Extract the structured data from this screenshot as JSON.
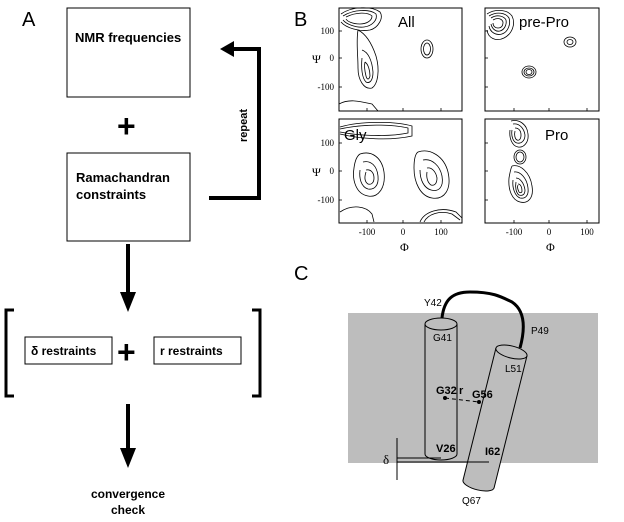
{
  "panels": {
    "a": "A",
    "b": "B",
    "c": "C"
  },
  "flow": {
    "nmr_box": "NMR frequencies",
    "rama_line1": "Ramachandran",
    "rama_line2": "constraints",
    "plus_top": "+",
    "repeat_label": "repeat",
    "delta_box": "δ restraints",
    "plus_mid": "+",
    "r_box": "r restraints",
    "convergence_line1": "convergence",
    "convergence_line2": "check"
  },
  "ramachandran": {
    "plots": [
      {
        "title": "All"
      },
      {
        "title": "pre-Pro"
      },
      {
        "title": "Gly"
      },
      {
        "title": "Pro"
      }
    ],
    "psi_label": "Ψ",
    "phi_label": "Φ",
    "psi_ticks": [
      "100",
      "0",
      "-100"
    ],
    "phi_ticks": [
      "-100",
      "0",
      "100"
    ]
  },
  "helices": {
    "residues": {
      "y42": "Y42",
      "g41": "G41",
      "p49": "P49",
      "l51": "L51",
      "g32": "G32",
      "g56": "G56",
      "r": "r",
      "v26": "V26",
      "i62": "I62",
      "q67": "Q67",
      "delta": "δ"
    }
  },
  "colors": {
    "membrane": "#bdbdbd",
    "ink": "#000000"
  }
}
